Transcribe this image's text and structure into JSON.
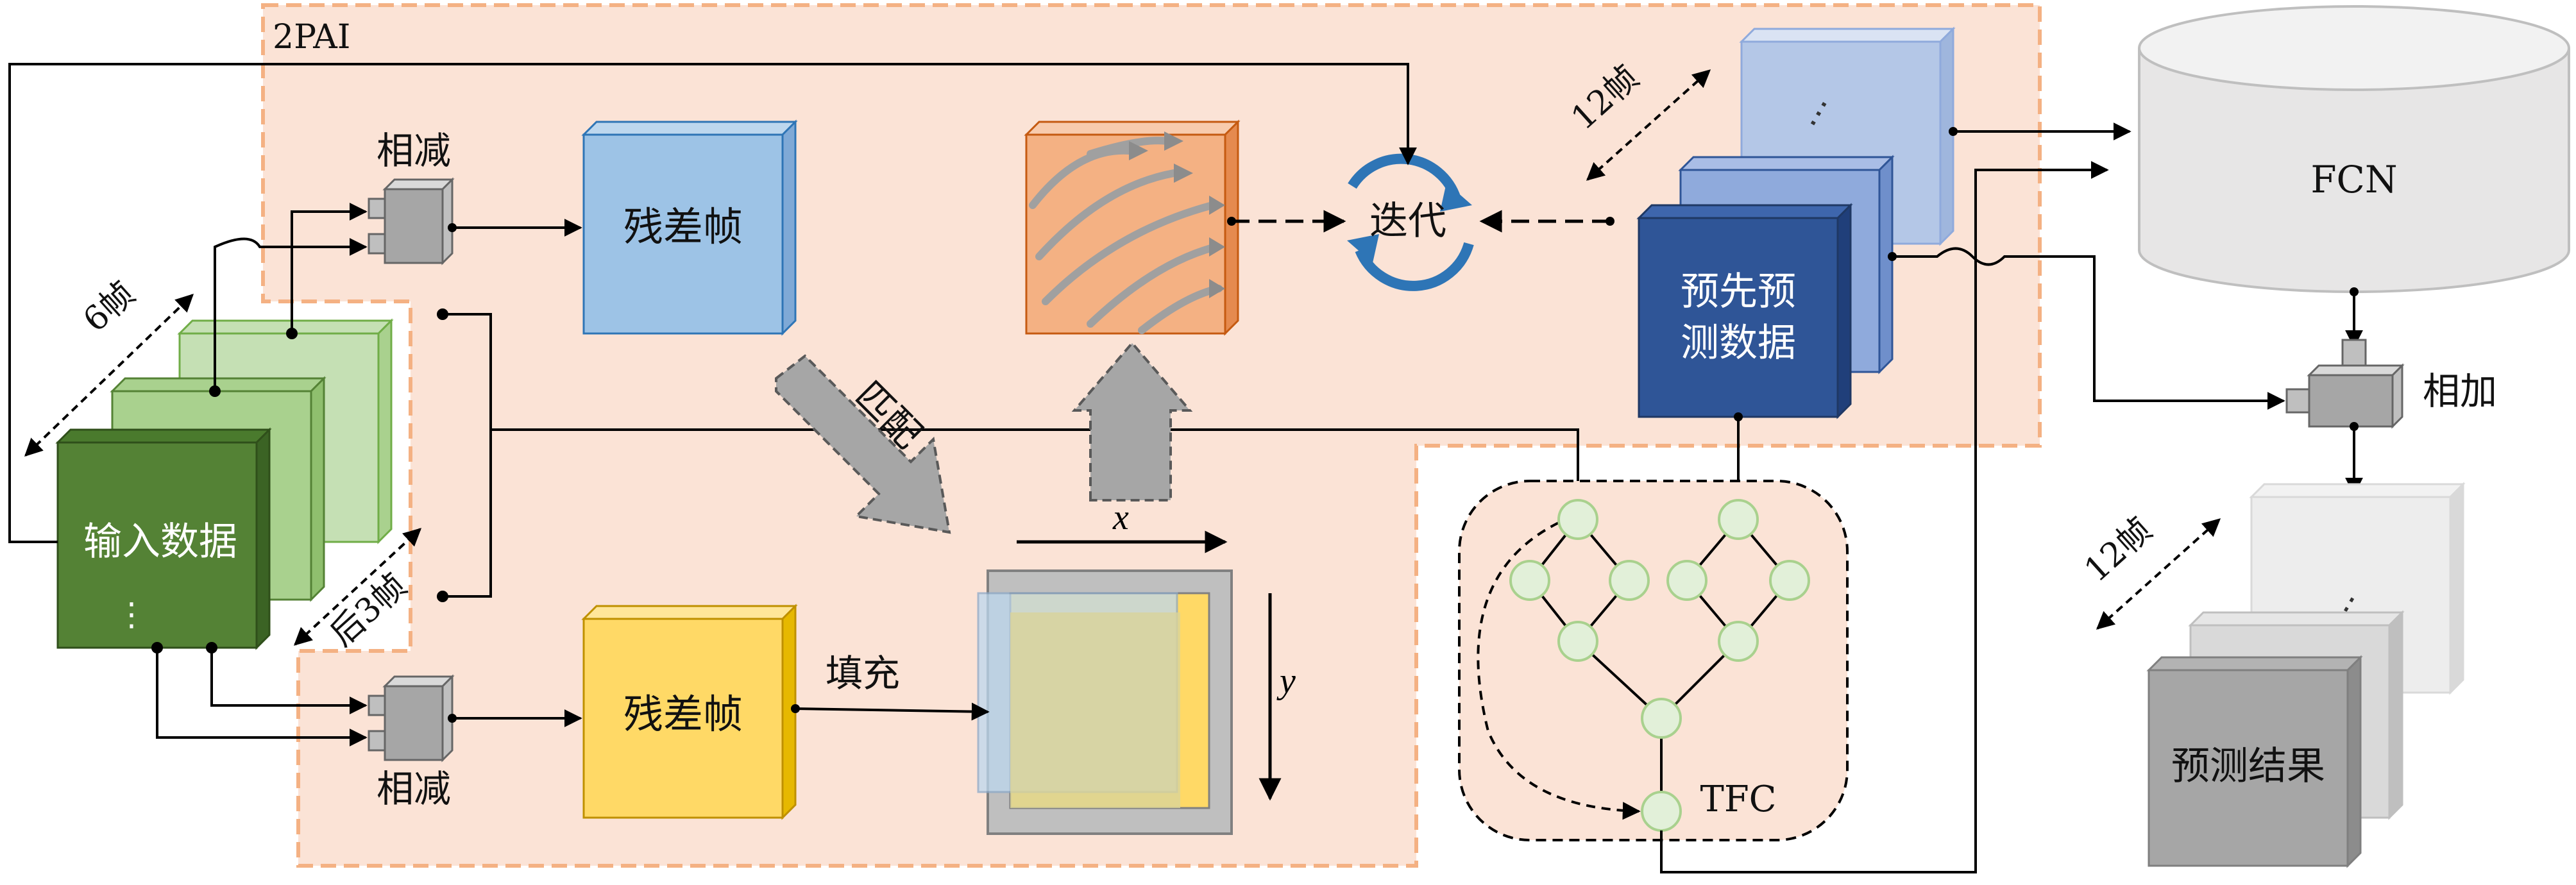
{
  "region": {
    "label": "2PAI"
  },
  "input": {
    "label": "输入数据",
    "dots": "⋮"
  },
  "frames": {
    "six": "6帧",
    "last3": "后3帧",
    "twelve_top": "12帧",
    "twelve_bottom": "12帧"
  },
  "subtract": {
    "top_label": "相减",
    "bottom_label": "相减"
  },
  "residual": {
    "top_label": "残差帧",
    "bottom_label": "残差帧"
  },
  "match_label": "匹配",
  "fill_label": "填充",
  "axes": {
    "x": "x",
    "y": "y"
  },
  "iterate_label": "迭代",
  "pre_pred": {
    "line1": "预先预",
    "line2": "测数据",
    "dots": "⋯"
  },
  "fcn_label": "FCN",
  "add_label": "相加",
  "tfc_label": "TFC",
  "result": {
    "label": "预测结果",
    "dots": "⋮"
  },
  "colors": {
    "region_fill": "#fbe3d6",
    "region_border": "#f4b183",
    "input_green": "#548235",
    "light_green": "#a9d18e",
    "residual_blue": "#9dc3e6",
    "residual_yellow": "#ffd966",
    "flow_orange": "#f4b183",
    "pre_pred_dark": "#2f5597",
    "pre_pred_light": "#b4c7e7",
    "fcn_gray": "#e7e6e6",
    "result_gray": "#a6a6a6",
    "node_green": "#e2f0d9"
  }
}
